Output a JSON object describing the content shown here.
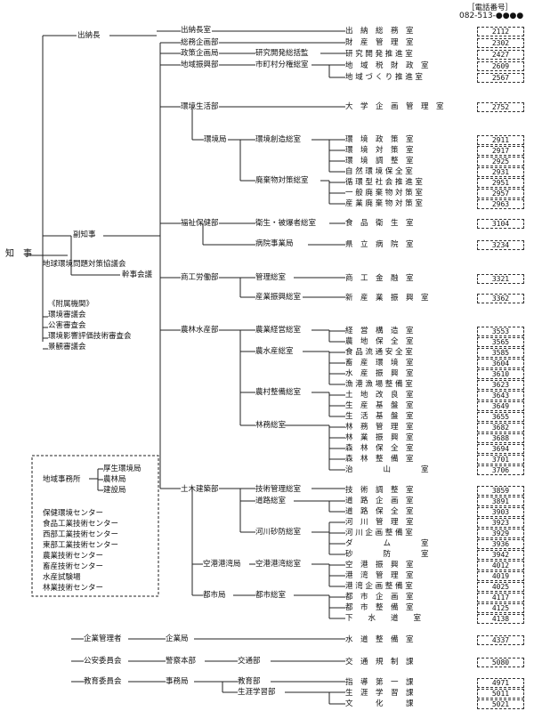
{
  "header": {
    "label": "［電話番号］",
    "prefix": "082-513-●●●●"
  },
  "top": {
    "governor": "知　事",
    "vice_governor": "副知事"
  },
  "cashier": {
    "head": "出納長",
    "office": "出納長室",
    "division": "出　納　総　務　室",
    "phone": "2112"
  },
  "general_planning": {
    "dept": "総務企画部",
    "division": "財　産　管　理　室",
    "phone": "2302"
  },
  "policy_planning": {
    "dept": "政策企画局",
    "sub": "研究開発総括監",
    "division": "研 究 開 発 推 進 室",
    "phone": "2427"
  },
  "regional": {
    "dept": "地域振興部",
    "sub": "市町村分権総室",
    "rows": [
      {
        "division": "地　域　税　財　政　室",
        "phone": "2609"
      },
      {
        "division": "地 域 づ く り 推 進 室",
        "phone": "2567"
      }
    ]
  },
  "env_life": {
    "dept": "環境生活部",
    "division": "大　学　企　画　管　理　室",
    "phone": "2752"
  },
  "env_bureau": {
    "name": "環境局",
    "groups": [
      {
        "name": "環境創造総室",
        "rows": [
          {
            "division": "環　境　政　策　室",
            "phone": "2911"
          },
          {
            "division": "環　境　対　策　室",
            "phone": "2917"
          },
          {
            "division": "環　境　調　整　室",
            "phone": "2925"
          },
          {
            "division": "自 然 環 境 保 全 室",
            "phone": "2931"
          }
        ]
      },
      {
        "name": "廃棄物対策総室",
        "rows": [
          {
            "division": "循 環 型 社 会 推 進 室",
            "phone": "2951"
          },
          {
            "division": "一 般 廃 棄 物 対 策 室",
            "phone": "2957"
          },
          {
            "division": "産 業 廃 棄 物 対 策 室",
            "phone": "2963"
          }
        ]
      }
    ]
  },
  "health": {
    "dept": "福祉保健部",
    "rows": [
      {
        "sub": "衛生・被爆者総室",
        "division": "食　品　衛　生　室",
        "phone": "3104"
      },
      {
        "sub": "病院事業局",
        "division": "県　立　病　院　室",
        "phone": "3234"
      }
    ]
  },
  "commerce": {
    "dept": "商工労働部",
    "rows": [
      {
        "sub": "管理総室",
        "division": "商　工　金　融　室",
        "phone": "3321"
      },
      {
        "sub": "産業振興総室",
        "division": "新　産　業　振　興　室",
        "phone": "3362"
      }
    ]
  },
  "env_council": {
    "name": "地球環境問題対策協議会",
    "sub": "幹事会議"
  },
  "attached": {
    "label": "《附属機関》",
    "items": [
      "環境審議会",
      "公害審査会",
      "環境影響評価技術審査会",
      "景観審議会"
    ]
  },
  "agri": {
    "dept": "農林水産部",
    "groups": [
      {
        "name": "農業経営総室",
        "rows": [
          {
            "division": "経　営　構　造　室",
            "phone": "3553"
          },
          {
            "division": "農　地　保　全　室",
            "phone": "3565"
          }
        ]
      },
      {
        "name": "農水産総室",
        "rows": [
          {
            "division": "食 品 流 通 安 全 室",
            "phone": "3585"
          },
          {
            "division": "畜　産　環　境　室",
            "phone": "3604"
          },
          {
            "division": "水　産　振　興　室",
            "phone": "3610"
          },
          {
            "division": "漁 港 漁 場 整 備 室",
            "phone": "3623"
          }
        ]
      },
      {
        "name": "農村整備総室",
        "rows": [
          {
            "division": "土　地　改　良　室",
            "phone": "3643"
          },
          {
            "division": "生　産　基　盤　室",
            "phone": "3649"
          },
          {
            "division": "生　活　基　盤　室",
            "phone": "3655"
          }
        ]
      },
      {
        "name": "林務総室",
        "rows": [
          {
            "division": "林　務　管　理　室",
            "phone": "3682"
          },
          {
            "division": "林　業　振　興　室",
            "phone": "3688"
          },
          {
            "division": "森　林　保　全　室",
            "phone": "3694"
          },
          {
            "division": "森　林　整　備　室",
            "phone": "3701"
          },
          {
            "division": "治　　　　山　　　　室",
            "phone": "3706"
          }
        ]
      }
    ]
  },
  "regional_offices": {
    "label": "地域事務所",
    "items": [
      "厚生環境局",
      "農林局",
      "建設局"
    ],
    "centers": [
      "保健環境センター",
      "食品工業技術センター",
      "西部工業技術センター",
      "東部工業技術センター",
      "農業技術センター",
      "畜産技術センター",
      "水産試験場",
      "林業技術センター"
    ]
  },
  "civil": {
    "dept": "土木建築部",
    "groups": [
      {
        "name": "技術管理総室",
        "rows": [
          {
            "division": "技　術　調　整　室",
            "phone": "3859"
          }
        ]
      },
      {
        "name": "道路総室",
        "rows": [
          {
            "division": "道　路　企　画　室",
            "phone": "3891"
          },
          {
            "division": "道　路　保　全　室",
            "phone": "3903"
          }
        ]
      },
      {
        "name": "河川砂防総室",
        "rows": [
          {
            "division": "河　川　管　理　室",
            "phone": "3923"
          },
          {
            "division": "河 川 企 画 整 備 室",
            "phone": "3929"
          },
          {
            "division": "ダ　　　　ム　　　　室",
            "phone": "3936"
          },
          {
            "division": "砂　　　　防　　　　室",
            "phone": "3942"
          }
        ]
      },
      {
        "name": "空港港湾局",
        "sub": "空港港湾総室",
        "rows": [
          {
            "division": "空　港　振　興　室",
            "phone": "4012"
          },
          {
            "division": "港　湾　管　理　室",
            "phone": "4019"
          },
          {
            "division": "港 湾 企 画 整 備 室",
            "phone": "4025"
          }
        ]
      },
      {
        "name": "都市局",
        "sub": "都市総室",
        "rows": [
          {
            "division": "都　市　企　画　室",
            "phone": "4117"
          },
          {
            "division": "都　市　整　備　室",
            "phone": "4125"
          },
          {
            "division": "下　　水　　道　　室",
            "phone": "4138"
          }
        ]
      }
    ]
  },
  "enterprise": {
    "head": "企業管理者",
    "bureau": "企業局",
    "division": "水　道　整　備　室",
    "phone": "4337"
  },
  "police": {
    "head": "公安委員会",
    "hq": "警察本部",
    "sub": "交通部",
    "division": "交　通　規　制　課",
    "phone": "5080"
  },
  "education": {
    "head": "教育委員会",
    "office": "事務局",
    "rows": [
      {
        "sub": "教育部",
        "division": "指　導　第　一　課",
        "phone": "4971"
      },
      {
        "sub": "生涯学習部",
        "division": "生　涯　学　習　課",
        "phone": "5011"
      },
      {
        "sub": "",
        "division": "文　　　化　　　課",
        "phone": "5021"
      }
    ]
  }
}
